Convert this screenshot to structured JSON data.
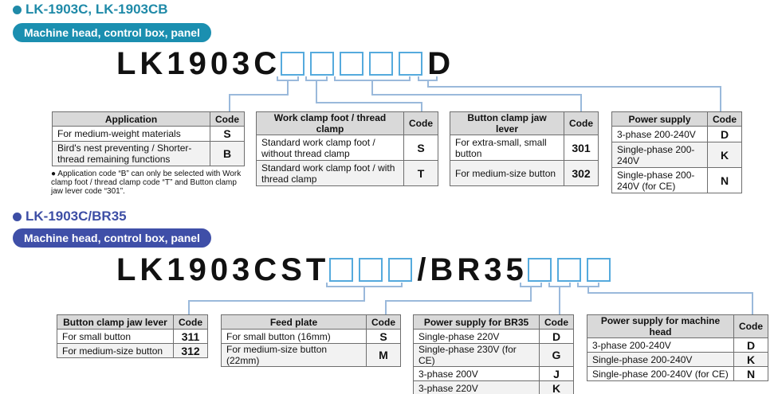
{
  "colors": {
    "sec1": "#1f8aa8",
    "sec2": "#3d4ea5",
    "pill1": "#1b8fb0",
    "pill2": "#3f4fa8",
    "code_box": "#55aadd"
  },
  "section1": {
    "title": "LK-1903C, LK-1903CB",
    "pill": "Machine head, control box, panel",
    "model_prefix": "LK1903C",
    "model_suffix": "D",
    "tables": [
      {
        "headers": [
          "Application",
          "Code"
        ],
        "rows": [
          [
            "For medium-weight materials",
            "S"
          ],
          [
            "Bird's nest preventing / Shorter-thread remaining functions",
            "B"
          ]
        ]
      },
      {
        "headers": [
          "Work clamp foot / thread clamp",
          "Code"
        ],
        "rows": [
          [
            "Standard work clamp foot / without thread clamp",
            "S"
          ],
          [
            "Standard work clamp foot / with thread clamp",
            "T"
          ]
        ]
      },
      {
        "headers": [
          "Button clamp jaw lever",
          "Code"
        ],
        "rows": [
          [
            "For extra-small, small button",
            "301"
          ],
          [
            "For medium-size button",
            "302"
          ]
        ]
      },
      {
        "headers": [
          "Power supply",
          "Code"
        ],
        "rows": [
          [
            "3-phase 200-240V",
            "D"
          ],
          [
            "Single-phase 200-240V",
            "K"
          ],
          [
            "Single-phase 200-240V (for CE)",
            "N"
          ]
        ]
      }
    ],
    "note": "Application code “B” can only be selected with Work clamp foot / thread clamp code “T” and Button clamp jaw lever code “301”."
  },
  "section2": {
    "title": "LK-1903C/BR35",
    "pill": "Machine head, control box, panel",
    "model_prefix": "LK1903CST",
    "model_mid": "/BR35",
    "tables": [
      {
        "headers": [
          "Button clamp jaw lever",
          "Code"
        ],
        "rows": [
          [
            "For small button",
            "311"
          ],
          [
            "For medium-size button",
            "312"
          ]
        ]
      },
      {
        "headers": [
          "Feed plate",
          "Code"
        ],
        "rows": [
          [
            "For small button (16mm)",
            "S"
          ],
          [
            "For medium-size button (22mm)",
            "M"
          ]
        ]
      },
      {
        "headers": [
          "Power supply for BR35",
          "Code"
        ],
        "rows": [
          [
            "Single-phase 220V",
            "D"
          ],
          [
            "Single-phase 230V (for CE)",
            "G"
          ],
          [
            "3-phase 200V",
            "J"
          ],
          [
            "3-phase 220V",
            "K"
          ]
        ]
      },
      {
        "headers": [
          "Power supply for machine head",
          "Code"
        ],
        "rows": [
          [
            "3-phase 200-240V",
            "D"
          ],
          [
            "Single-phase 200-240V",
            "K"
          ],
          [
            "Single-phase 200-240V (for CE)",
            "N"
          ]
        ]
      }
    ]
  }
}
